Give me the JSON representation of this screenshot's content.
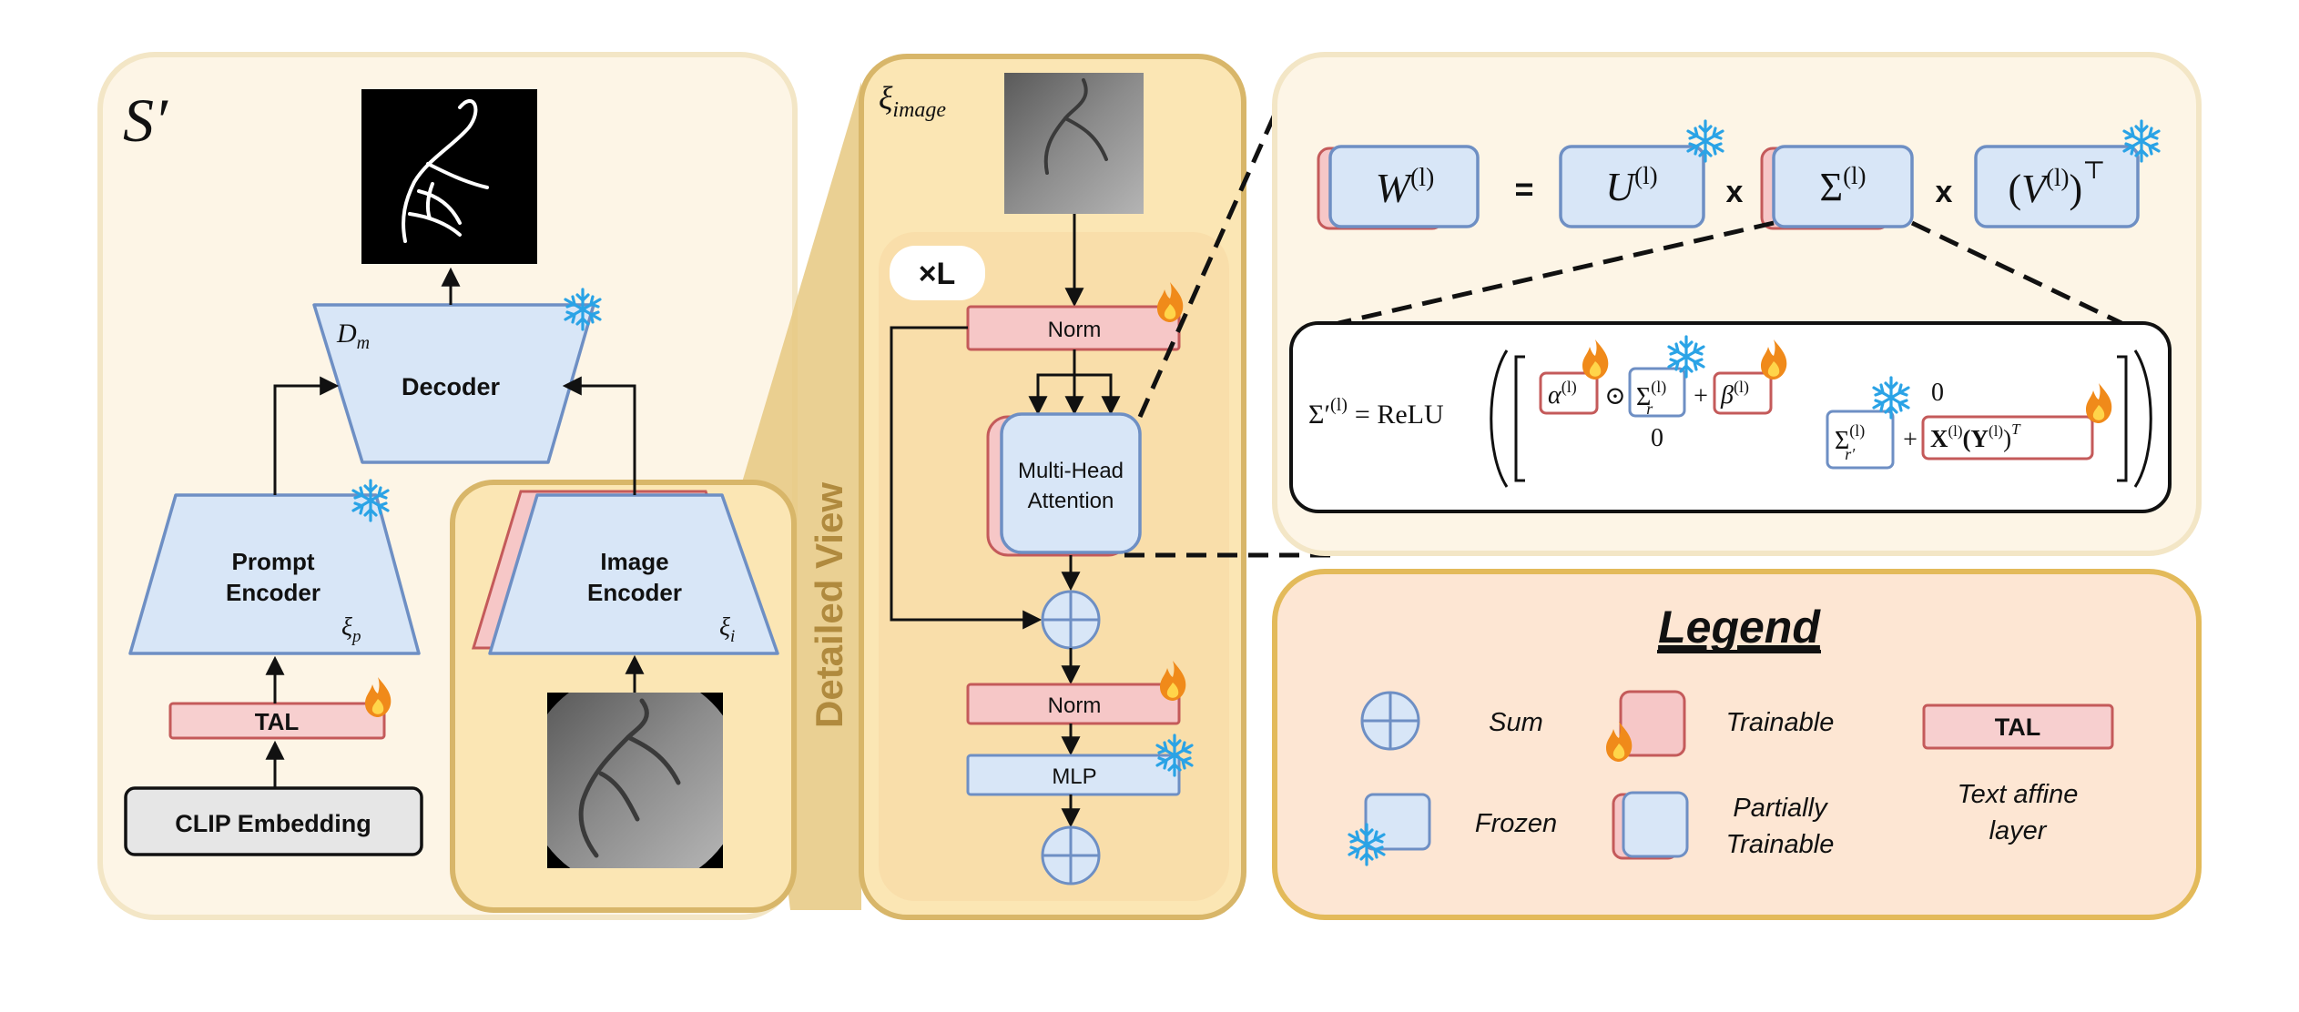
{
  "panel_sprime": {
    "title": "S′",
    "decoder_symbol": "D",
    "decoder_symbol_sub": "m",
    "decoder_label": "Decoder",
    "prompt_encoder_line1": "Prompt",
    "prompt_encoder_line2": "Encoder",
    "prompt_symbol": "ξ",
    "prompt_symbol_sub": "p",
    "image_encoder_line1": "Image",
    "image_encoder_line2": "Encoder",
    "image_symbol": "ξ",
    "image_symbol_sub": "i",
    "tal_label": "TAL",
    "clip_label": "CLIP Embedding"
  },
  "detailed_view": {
    "side_label": "Detailed View",
    "symbol": "ξ",
    "symbol_sub": "image",
    "repeat_label": "×L",
    "norm1_label": "Norm",
    "mha_line1": "Multi-Head",
    "mha_line2": "Attention",
    "norm2_label": "Norm",
    "mlp_label": "MLP"
  },
  "svd_panel": {
    "w_base": "W",
    "w_sup": "(l)",
    "equals": "=",
    "u_base": "U",
    "u_sup": "(l)",
    "times1": "x",
    "sigma_base": "Σ",
    "sigma_sup": "(l)",
    "times2": "x",
    "v_base": "V",
    "v_sup": "(l)",
    "v_transpose": "⊤",
    "formula": {
      "lhs": "Σ′",
      "lhs_sup": "(l)",
      "eq_relu": "= ReLU",
      "alpha": "α",
      "alpha_sup": "(l)",
      "odot": "⊙",
      "sigma_r": "Σ",
      "sigma_r_sup": "(l)",
      "sigma_r_sub": "r",
      "plus1": "+",
      "beta": "β",
      "beta_sup": "(l)",
      "zero_top": "0",
      "zero_bottom": "0",
      "sigma_rp": "Σ",
      "sigma_rp_sup": "(l)",
      "sigma_rp_sub": "r′",
      "plus2": "+",
      "xy_term": "X",
      "xy_sup1": "(l)",
      "xy_mid": "(Y",
      "xy_sup2": "(l)",
      "xy_close": ")",
      "xy_sup3": "T"
    }
  },
  "legend": {
    "title": "Legend",
    "sum": "Sum",
    "trainable": "Trainable",
    "tal_box": "TAL",
    "frozen": "Frozen",
    "partial_line1": "Partially",
    "partial_line2": "Trainable",
    "tal_desc_line1": "Text affine",
    "tal_desc_line2": "layer"
  },
  "colors": {
    "panel_bg": "#fdf5e6",
    "panel_border": "#f3e6c6",
    "detail_bg": "#fbe6b4",
    "detail_border": "#d8b669",
    "inner_bg": "#f9deaa",
    "legend_bg": "#fde6d3",
    "legend_border": "#e3ba5a",
    "blue_fill": "#d8e6f7",
    "blue_stroke": "#6e8fc4",
    "red_fill": "#f6c7c7",
    "red_stroke": "#c45a5a",
    "tal_fill": "#f7cfcf",
    "clip_fill": "#e6e6e6",
    "snowflake": "#2aa3e6",
    "flame": "#f08a1a"
  }
}
